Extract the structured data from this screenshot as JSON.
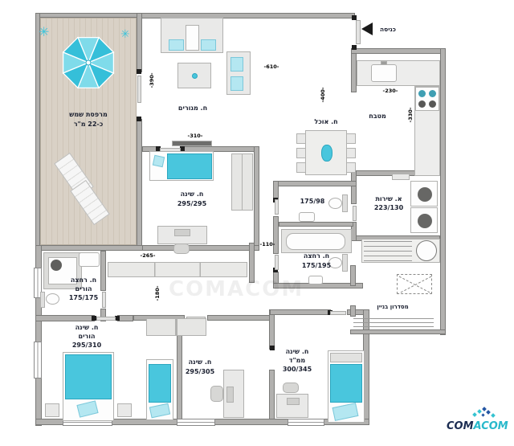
{
  "entrance": {
    "label": "כניסה"
  },
  "rooms": {
    "terrace": {
      "name": "מרפסת שמש",
      "size": "כ-22 מ\"ר"
    },
    "living": {
      "name": "ח. מגורים"
    },
    "dining": {
      "name": "ח. אוכל"
    },
    "kitchen": {
      "name": "מטבח"
    },
    "bedroom1": {
      "name": "ח. שינה",
      "dims": "295/295"
    },
    "wc": {
      "dims": "175/98"
    },
    "bathroom": {
      "name": "ח. רחצה",
      "dims": "175/195"
    },
    "utility": {
      "name": "א. שירות",
      "dims": "223/130"
    },
    "parents_bath": {
      "name": "ח. רחצה",
      "name2": "הורים",
      "dims": "175/175"
    },
    "parents_bedroom": {
      "name": "ח. שינה",
      "name2": "הורים",
      "dims": "295/310"
    },
    "bedroom2": {
      "name": "ח. שינה",
      "dims": "295/305"
    },
    "mamad": {
      "name": "ח. שינה",
      "name2": "ממ\"ד",
      "dims": "300/345"
    },
    "building_corridor": {
      "name": "מסדרון בניין"
    }
  },
  "measurements": {
    "living_top": "-610-",
    "living_left": "-390-",
    "living_bottom": "-310-",
    "dining_v": "-400-",
    "kitchen_top": "-230-",
    "kitchen_v": "-330-",
    "hall_top": "-265-",
    "hall_v": "-180-",
    "hall_right": "-110-"
  },
  "logo": {
    "part1": "COM",
    "part2": "ACOM"
  },
  "watermark": "COMACOM",
  "colors": {
    "accent_cyan": "#49c6dd",
    "wall_gray": "#b2b1af",
    "logo_navy": "#1c2d52",
    "logo_teal": "#29b9cb"
  }
}
